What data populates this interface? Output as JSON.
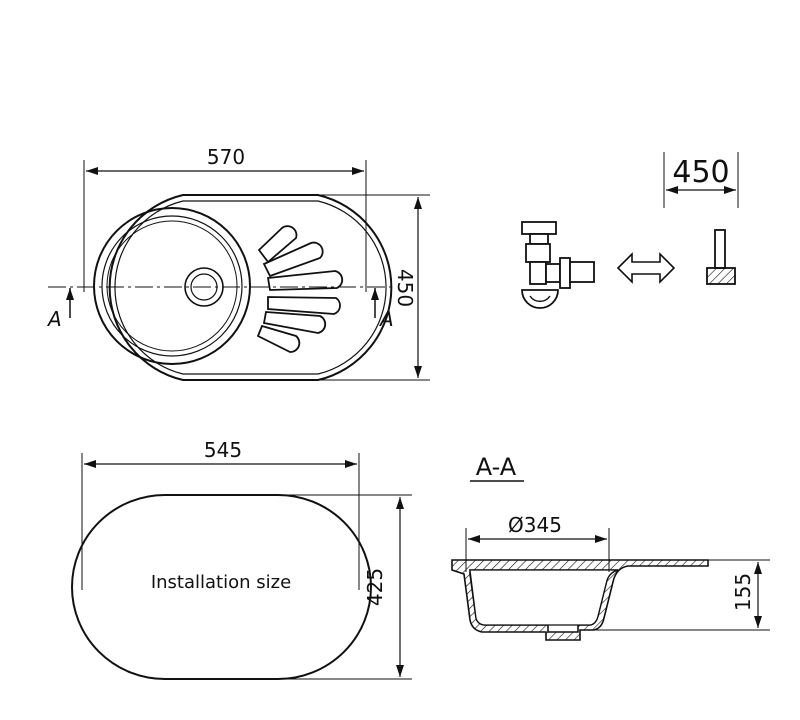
{
  "top_view": {
    "width_dim": "570",
    "height_dim": "450",
    "section_mark_left": "A",
    "section_mark_right": "A"
  },
  "siphon_detail": {
    "dim": "450"
  },
  "installation": {
    "width_dim": "545",
    "height_dim": "425",
    "label": "Installation size"
  },
  "section": {
    "title": "A-A",
    "bowl_dim": "Ø345",
    "depth_dim": "155"
  },
  "colors": {
    "line": "#111111",
    "background": "#ffffff"
  }
}
